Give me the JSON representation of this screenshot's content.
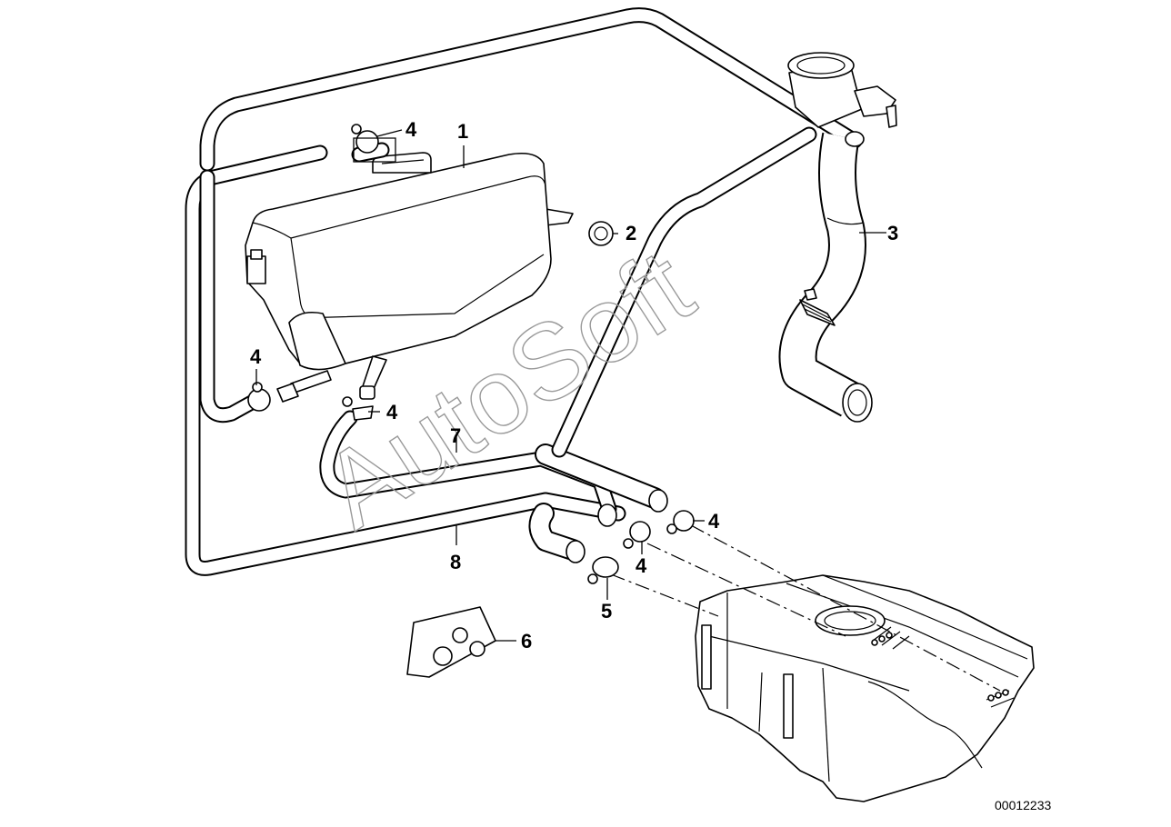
{
  "diagram": {
    "watermark": "AutoSoft",
    "drawing_number": "00012233",
    "callouts": [
      {
        "id": "c1",
        "label": "1"
      },
      {
        "id": "c2",
        "label": "2"
      },
      {
        "id": "c3",
        "label": "3"
      },
      {
        "id": "c4a",
        "label": "4"
      },
      {
        "id": "c4b",
        "label": "4"
      },
      {
        "id": "c4c",
        "label": "4"
      },
      {
        "id": "c4d",
        "label": "4"
      },
      {
        "id": "c4e",
        "label": "4"
      },
      {
        "id": "c5",
        "label": "5"
      },
      {
        "id": "c6",
        "label": "6"
      },
      {
        "id": "c7",
        "label": "7"
      },
      {
        "id": "c8",
        "label": "8"
      }
    ]
  }
}
